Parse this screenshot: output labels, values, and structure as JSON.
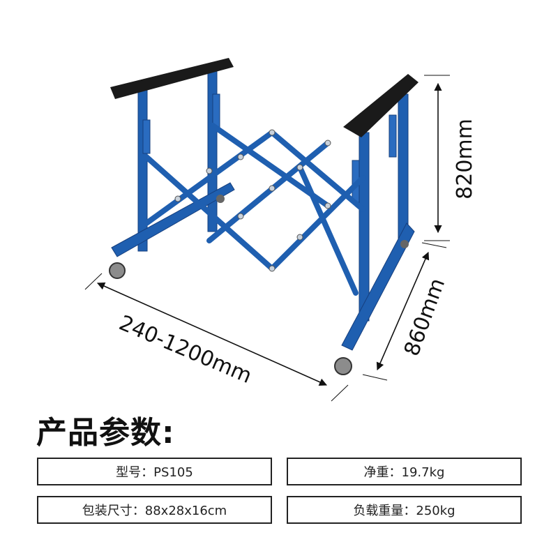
{
  "dimensions": {
    "height": "820mm",
    "depth": "860mm",
    "width": "240-1200mm"
  },
  "specs": {
    "title": "产品参数:",
    "model": "型号：PS105",
    "net_weight": "净重：19.7kg",
    "package_size": "包装尺寸：88x28x16cm",
    "load_capacity": "负载重量：250kg"
  },
  "colors": {
    "frame": "#1f5fb0",
    "pad": "#1a1a1a"
  }
}
